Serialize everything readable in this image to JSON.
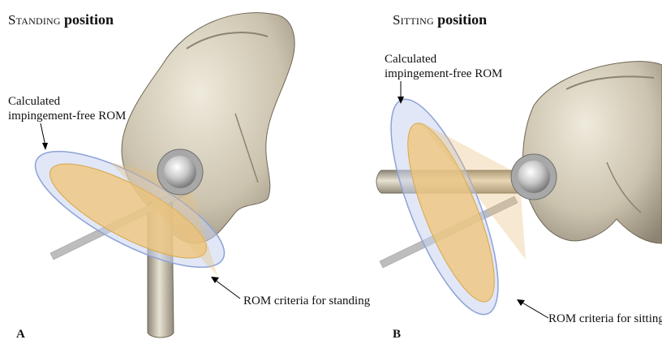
{
  "panel_a": {
    "title_part1": "Standing",
    "title_part2": "position",
    "calc_line1": "Calculated",
    "calc_line2": "impingement-free ROM",
    "criteria_label": "ROM criteria for standing",
    "panel_letter": "A"
  },
  "panel_b": {
    "title_part1": "Sitting",
    "title_part2": "position",
    "calc_line1": "Calculated",
    "calc_line2": "impingement-free ROM",
    "criteria_label": "ROM criteria for sitting",
    "panel_letter": "B"
  },
  "colors": {
    "bone": "#cfc8b6",
    "cone_calculated": "#c9d4ee",
    "cone_criteria": "#f0c474",
    "cup": "#9a9a9a"
  }
}
